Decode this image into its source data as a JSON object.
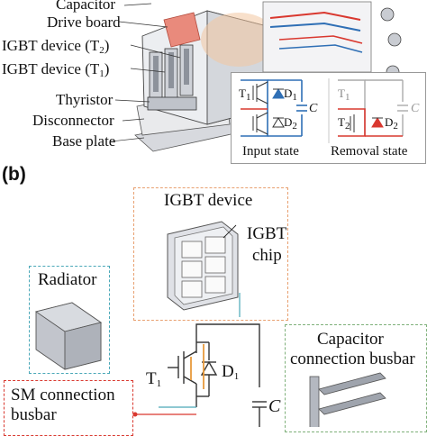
{
  "panel_a": {
    "labels": {
      "capacitor": "Capacitor",
      "drive_board": "Drive board",
      "igbt_t2_prefix": "IGBT device (T",
      "igbt_t2_sub": "2",
      "igbt_t2_suffix": ")",
      "igbt_t1_prefix": "IGBT device (T",
      "igbt_t1_sub": "1",
      "igbt_t1_suffix": ")",
      "thyristor": "Thyristor",
      "disconnector": "Disconnector",
      "base_plate": "Base plate"
    },
    "inset": {
      "input_state": "Input state",
      "removal_state": "Removal state",
      "t1": "T",
      "t1_sub": "1",
      "d1": "D",
      "d1_sub": "1",
      "d2": "D",
      "d2_sub": "2",
      "t2": "T",
      "t2_sub": "2",
      "c": "C",
      "c_right": "C"
    }
  },
  "panel_b": {
    "tag": "(b)",
    "igbt_device": "IGBT device",
    "igbt_chip_line1": "IGBT",
    "igbt_chip_line2": "chip",
    "radiator": "Radiator",
    "t1": "T",
    "t1_sub": "1",
    "d1": "D",
    "d1_sub": "1",
    "c": "C",
    "capacitor_busbar_line1": "Capacitor",
    "capacitor_busbar_line2": "connection busbar",
    "sm_busbar_line1": "SM connection",
    "sm_busbar_line2": "busbar"
  },
  "colors": {
    "orange_dash": "#e8a070",
    "teal_dash": "#4aa8b8",
    "green_dash": "#7fb07a",
    "circuit_blue": "#2f6fb5",
    "circuit_red": "#d9382f",
    "circuit_orange": "#e89a3c",
    "metal_grey": "#b8bcc4"
  }
}
